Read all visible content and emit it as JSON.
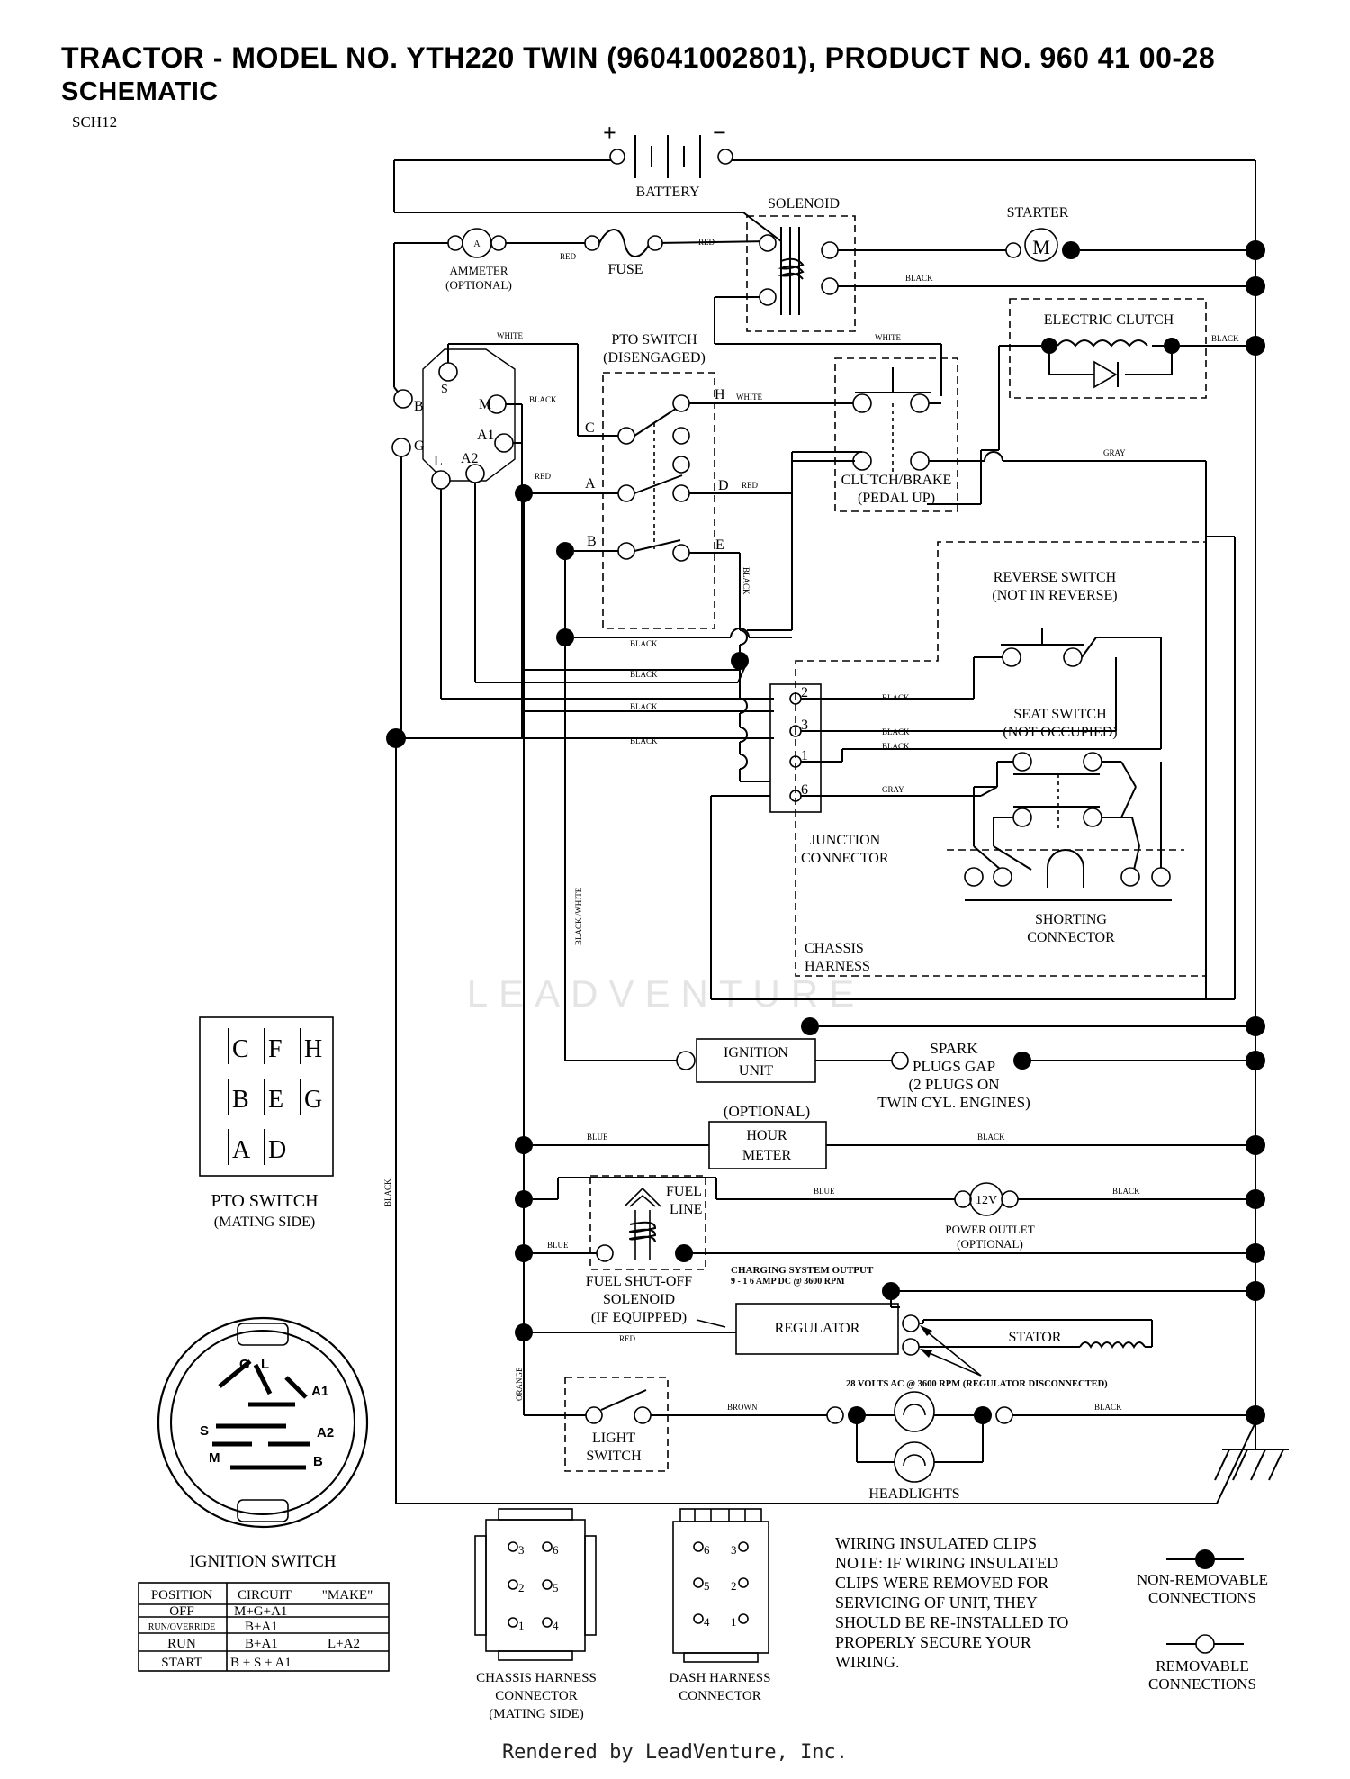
{
  "header": {
    "title": "TRACTOR - MODEL NO. YTH220 TWIN (96041002801), PRODUCT NO. 960 41 00-28",
    "subtitle": "SCHEMATIC",
    "code": "SCH12"
  },
  "footer": {
    "text": "Rendered by LeadVenture, Inc."
  },
  "watermark": {
    "text": "LEADVENTURE"
  },
  "components": {
    "battery": "BATTERY",
    "battery_plus": "+",
    "battery_minus": "−",
    "solenoid": "SOLENOID",
    "starter": "STARTER",
    "starter_symbol": "M",
    "ammeter_1": "AMMETER",
    "ammeter_2": "(OPTIONAL)",
    "ammeter_symbol": "A",
    "fuse": "FUSE",
    "pto_switch_1": "PTO SWITCH",
    "pto_switch_2": "(DISENGAGED)",
    "electric_clutch": "ELECTRIC CLUTCH",
    "clutch_brake_1": "CLUTCH/BRAKE",
    "clutch_brake_2": "(PEDAL UP)",
    "reverse_switch_1": "REVERSE SWITCH",
    "reverse_switch_2": "(NOT IN REVERSE)",
    "seat_switch_1": "SEAT SWITCH",
    "seat_switch_2": "(NOT OCCUPIED)",
    "junction_1": "JUNCTION",
    "junction_2": "CONNECTOR",
    "shorting_1": "SHORTING",
    "shorting_2": "CONNECTOR",
    "chassis_1": "CHASSIS",
    "chassis_2": "HARNESS",
    "ignition_unit_1": "IGNITION",
    "ignition_unit_2": "UNIT",
    "spark_1": "SPARK",
    "spark_2": "PLUGS GAP",
    "spark_3": "(2 PLUGS ON",
    "spark_4": "TWIN CYL. ENGINES)",
    "hour_meter_0": "(OPTIONAL)",
    "hour_meter_1": "HOUR",
    "hour_meter_2": "METER",
    "fuel_line_1": "FUEL",
    "fuel_line_2": "LINE",
    "power_outlet_symbol": "12V",
    "power_outlet_1": "POWER OUTLET",
    "power_outlet_2": "(OPTIONAL)",
    "fuel_solenoid_1": "FUEL SHUT-OFF",
    "fuel_solenoid_2": "SOLENOID",
    "fuel_solenoid_3": "(IF EQUIPPED)",
    "charging_1": "CHARGING SYSTEM OUTPUT",
    "charging_2": "9 - 1 6 AMP DC @ 3600 RPM",
    "regulator": "REGULATOR",
    "stator": "STATOR",
    "ac_note": "28 VOLTS AC @ 3600 RPM (REGULATOR DISCONNECTED)",
    "light_switch_1": "LIGHT",
    "light_switch_2": "SWITCH",
    "headlights": "HEADLIGHTS"
  },
  "terminals": {
    "B": "B",
    "S": "S",
    "M": "M",
    "G": "G",
    "L": "L",
    "A1": "A1",
    "A2": "A2",
    "C": "C",
    "H": "H",
    "A": "A",
    "D": "D",
    "E": "E",
    "Bp": "B",
    "j2": "2",
    "j3": "3",
    "j1": "1",
    "j6": "6"
  },
  "wires": {
    "red": "RED",
    "black": "BLACK",
    "white": "WHITE",
    "gray": "GRAY",
    "blue": "BLUE",
    "brown": "BROWN",
    "orange": "ORANGE",
    "black_white": "BLACK /WHITE"
  },
  "pto_mating": {
    "title": "PTO SWITCH",
    "subtitle": "(MATING SIDE)",
    "rows": [
      [
        "C",
        "F",
        "H"
      ],
      [
        "B",
        "E",
        "G"
      ],
      [
        "A",
        "D"
      ]
    ]
  },
  "ignition_switch": {
    "title": "IGNITION SWITCH",
    "terminals": [
      "G",
      "L",
      "A1",
      "S",
      "A2",
      "M",
      "B"
    ]
  },
  "ignition_table": {
    "headers": [
      "POSITION",
      "CIRCUIT",
      "\"MAKE\""
    ],
    "rows": [
      [
        "OFF",
        "M+G+A1",
        ""
      ],
      [
        "RUN/OVERRIDE",
        "B+A1",
        ""
      ],
      [
        "RUN",
        "B+A1",
        "L+A2"
      ],
      [
        "START",
        "B + S + A1",
        ""
      ]
    ]
  },
  "chassis_connector": {
    "title_1": "CHASSIS HARNESS",
    "title_2": "CONNECTOR",
    "title_3": "(MATING SIDE)",
    "pins": [
      "3",
      "6",
      "2",
      "5",
      "1",
      "4"
    ]
  },
  "dash_connector": {
    "title_1": "DASH HARNESS",
    "title_2": "CONNECTOR",
    "pins": [
      "6",
      "3",
      "5",
      "2",
      "4",
      "1"
    ]
  },
  "notes": {
    "heading": "WIRING INSULATED CLIPS",
    "lines": [
      "NOTE:  IF WIRING INSULATED",
      "CLIPS WERE REMOVED FOR",
      "SERVICING OF UNIT, THEY",
      "SHOULD BE RE-INSTALLED TO",
      "PROPERLY SECURE YOUR",
      "WIRING."
    ]
  },
  "legend": {
    "non_removable_1": "NON-REMOVABLE",
    "non_removable_2": "CONNECTIONS",
    "removable_1": "REMOVABLE",
    "removable_2": "CONNECTIONS"
  }
}
